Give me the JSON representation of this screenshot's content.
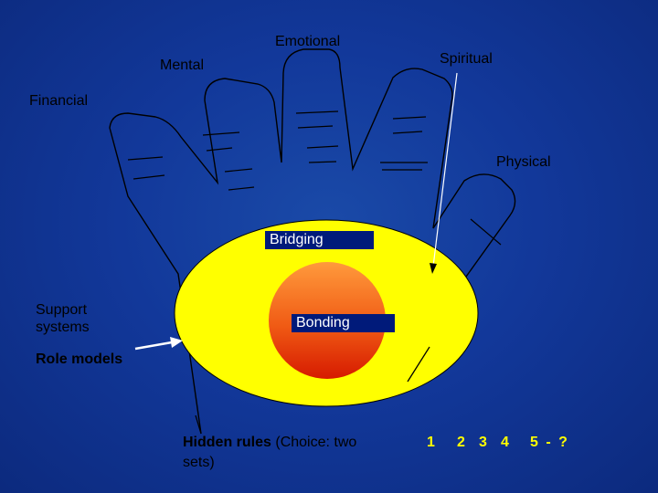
{
  "labels": {
    "emotional": "Emotional",
    "mental": "Mental",
    "spiritual": "Spiritual",
    "financial": "Financial",
    "physical": "Physical",
    "support_systems": "Support systems",
    "support_line1": "Support",
    "support_line2": "systems",
    "role_models": "Role models",
    "bridging": "Bridging",
    "bonding": "Bonding",
    "hidden_rules_bold": "Hidden rules",
    "hidden_rules_rest": "(Choice: two",
    "hidden_rules_line2": "sets)"
  },
  "scale": {
    "n1": "1",
    "n2": "2",
    "n3": "3",
    "n4": "4",
    "n5": "5 - ?"
  },
  "colors": {
    "background": "#12389a",
    "outer_ellipse": "#ffff00",
    "inner_circle_top": "#ff9a3c",
    "inner_circle_bottom": "#d61a00",
    "label_box": "#001a7a",
    "scale_text": "#ffff00"
  }
}
